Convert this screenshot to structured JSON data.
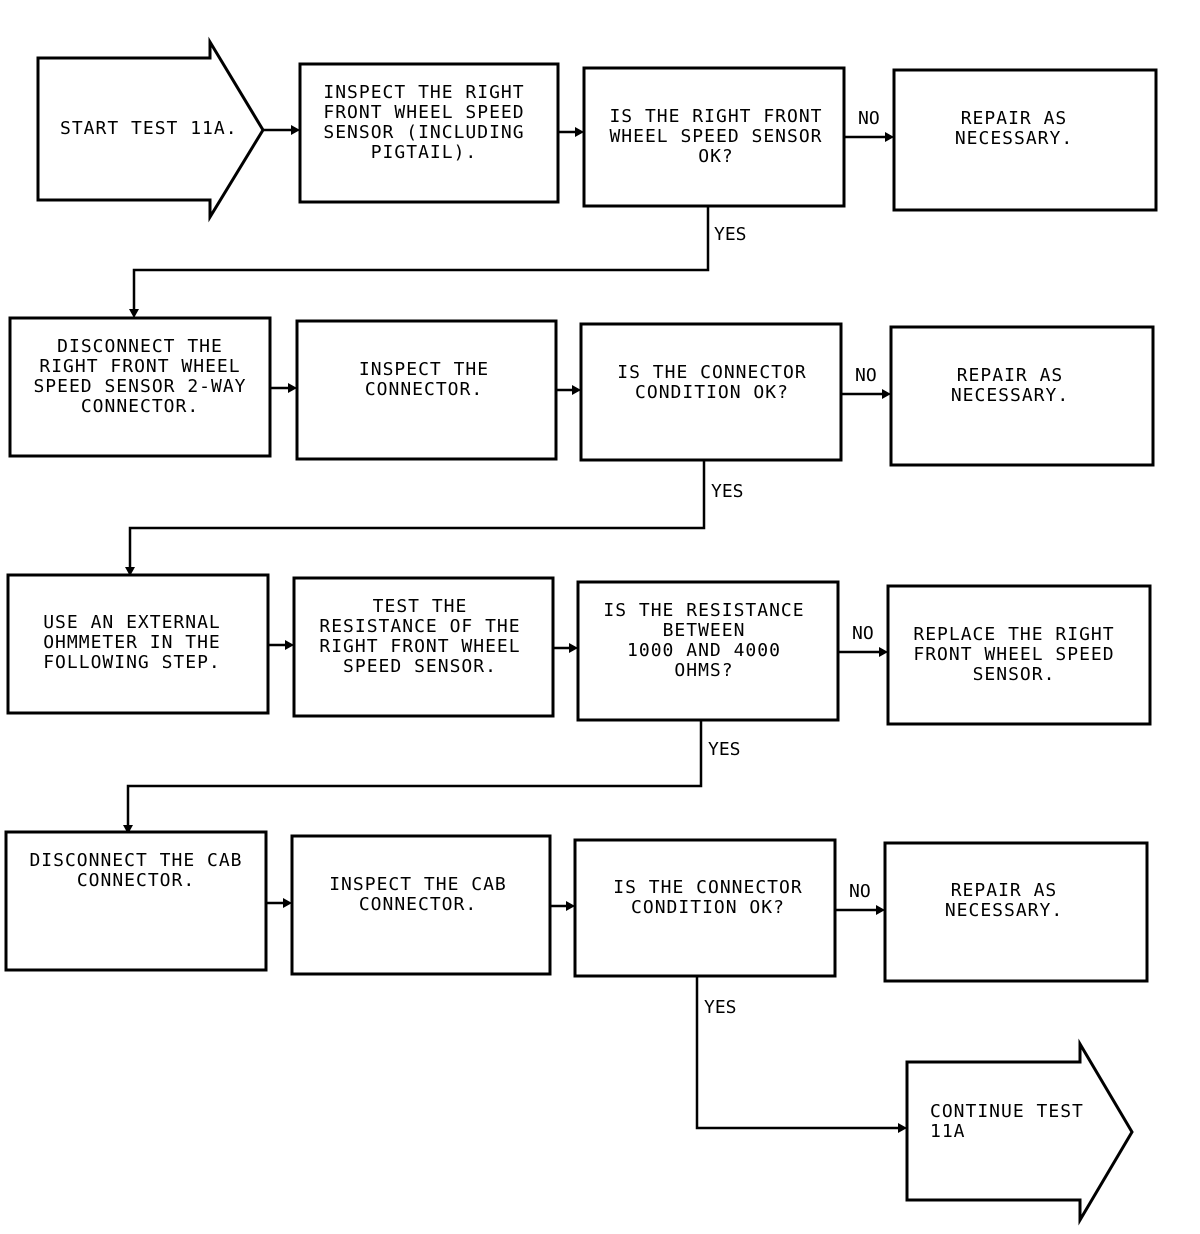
{
  "nodes": {
    "start": {
      "lines": [
        "START TEST 11A."
      ]
    },
    "inspect_sensor": {
      "lines": [
        "INSPECT THE RIGHT",
        "FRONT WHEEL SPEED",
        "SENSOR (INCLUDING",
        "PIGTAIL)."
      ]
    },
    "q_sensor_ok": {
      "lines": [
        "IS THE RIGHT FRONT",
        "WHEEL SPEED SENSOR",
        "OK?"
      ]
    },
    "repair_1": {
      "lines": [
        "REPAIR AS",
        "NECESSARY."
      ]
    },
    "disconnect_2way": {
      "lines": [
        "DISCONNECT THE",
        "RIGHT FRONT WHEEL",
        "SPEED SENSOR 2-WAY",
        "CONNECTOR."
      ]
    },
    "inspect_connector": {
      "lines": [
        "INSPECT THE",
        "CONNECTOR."
      ]
    },
    "q_connector_ok_1": {
      "lines": [
        "IS THE CONNECTOR",
        "CONDITION OK?"
      ]
    },
    "repair_2": {
      "lines": [
        "REPAIR AS",
        "NECESSARY."
      ]
    },
    "use_ohmmeter": {
      "lines": [
        "USE AN EXTERNAL",
        "OHMMETER IN THE",
        "FOLLOWING STEP."
      ]
    },
    "test_resistance": {
      "lines": [
        "TEST THE",
        "RESISTANCE OF THE",
        "RIGHT FRONT WHEEL",
        "SPEED SENSOR."
      ]
    },
    "q_resistance": {
      "lines": [
        "IS THE RESISTANCE",
        "BETWEEN",
        "1000 AND 4000",
        "OHMS?"
      ]
    },
    "replace_sensor": {
      "lines": [
        "REPLACE THE RIGHT",
        "FRONT WHEEL SPEED",
        "SENSOR."
      ]
    },
    "disconnect_cab": {
      "lines": [
        "DISCONNECT THE CAB",
        "CONNECTOR."
      ]
    },
    "inspect_cab": {
      "lines": [
        "INSPECT THE CAB",
        "CONNECTOR."
      ]
    },
    "q_connector_ok_2": {
      "lines": [
        "IS THE CONNECTOR",
        "CONDITION OK?"
      ]
    },
    "repair_3": {
      "lines": [
        "REPAIR AS",
        "NECESSARY."
      ]
    },
    "continue": {
      "lines": [
        "CONTINUE TEST",
        "11A"
      ]
    }
  },
  "edge_labels": {
    "no_1": "NO",
    "yes_1": "YES",
    "no_2": "NO",
    "yes_2": "YES",
    "no_3": "NO",
    "yes_3": "YES",
    "no_4": "NO",
    "yes_4": "YES"
  }
}
